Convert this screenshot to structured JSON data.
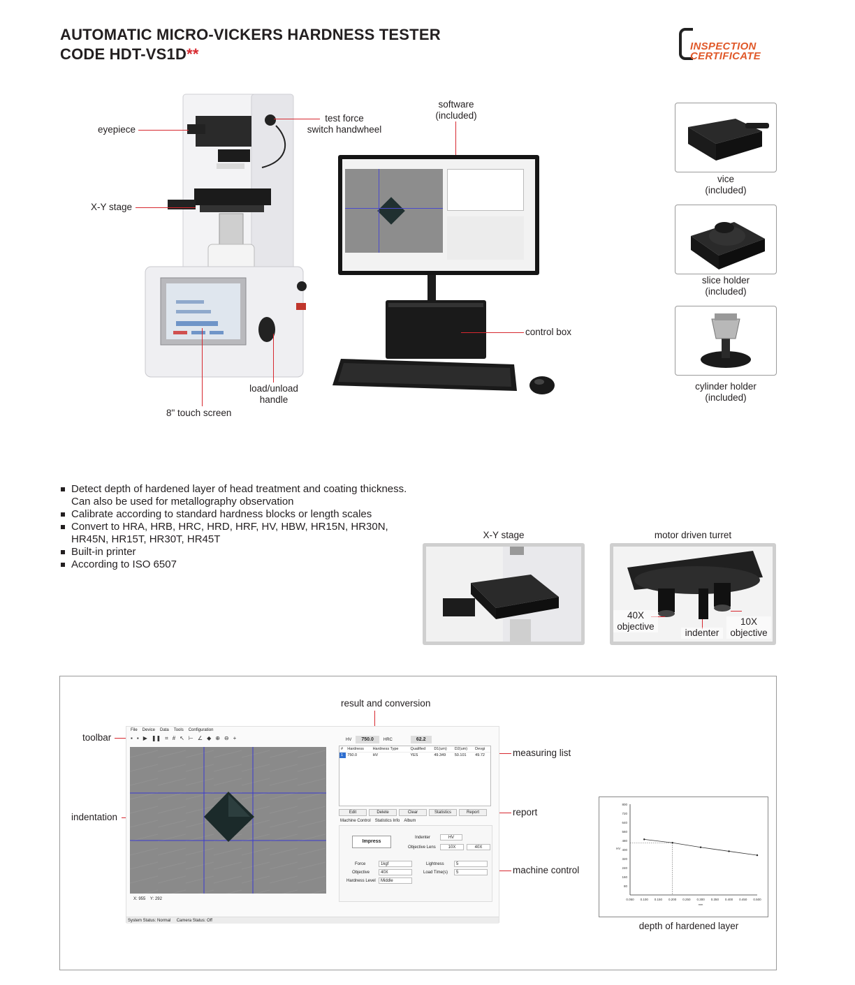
{
  "header": {
    "title_line1": "AUTOMATIC MICRO-VICKERS HARDNESS TESTER",
    "title_line2": "CODE HDT-VS1D",
    "title_mark": "**",
    "badge_line1": "INSPECTION",
    "badge_line2": "CERTIFICATE"
  },
  "callouts": {
    "eyepiece": "eyepiece",
    "test_force_1": "test force",
    "test_force_2": "switch handwheel",
    "xy_stage": "X-Y stage",
    "software_1": "software",
    "software_2": "(included)",
    "control_box": "control box",
    "load_1": "load/unload",
    "load_2": "handle",
    "touch_screen": "8\" touch screen"
  },
  "accessories": [
    {
      "name": "vice",
      "note": "(included)"
    },
    {
      "name": "slice holder",
      "note": "(included)"
    },
    {
      "name": "cylinder holder",
      "note": "(included)"
    }
  ],
  "features": [
    "Detect depth of hardened layer of head treatment and coating thickness. Can also be used for metallography observation",
    "Calibrate according to standard hardness blocks or length scales",
    "Convert to HRA, HRB, HRC, HRD, HRF, HV, HBW, HR15N, HR30N, HR45N, HR15T, HR30T, HR45T",
    "Built-in printer",
    "According to ISO 6507"
  ],
  "detail_photos": {
    "xy_title": "X-Y stage",
    "turret_title": "motor driven turret",
    "obj40_1": "40X",
    "obj40_2": "objective",
    "indenter": "indenter",
    "obj10_1": "10X",
    "obj10_2": "objective"
  },
  "software": {
    "callouts": {
      "result": "result and conversion",
      "toolbar": "toolbar",
      "measuring_list": "measuring list",
      "indentation": "indentation",
      "report": "report",
      "machine_control": "machine control"
    },
    "menu": [
      "File",
      "Device",
      "Data",
      "Tools",
      "Configuration"
    ],
    "hv_label": "HV",
    "hv_value": "750.0",
    "hrc_label": "HRC",
    "hrc_value": "62.2",
    "table": {
      "headers": [
        "#",
        "Hardness",
        "Hardness Type",
        "Qualified",
        "D1(um)",
        "D2(um)",
        "Devgi"
      ],
      "rows": [
        [
          "1",
          "750.0",
          "HV",
          "YES",
          "49.349",
          "50.101",
          "49.72"
        ]
      ]
    },
    "buttons": [
      "Edit",
      "Delete",
      "Clear",
      "Statistics",
      "Report"
    ],
    "tabs": [
      "Machine Control",
      "Statistics Info",
      "Album"
    ],
    "impress": "Impress",
    "indenter_label": "Indenter",
    "indenter_value": "HV",
    "objective_lens_label": "Objective Lens",
    "lens_10x": "10X",
    "lens_40x": "40X",
    "force_label": "Force",
    "force_value": "1kgf",
    "objective_label": "Objective",
    "objective_value": "40X",
    "hardness_level_label": "Hardness Level",
    "hardness_level_value": "Middle",
    "lightness_label": "Lightness",
    "lightness_value": "5",
    "load_time_label": "Load Time(s)",
    "load_time_value": "5",
    "coord_x_label": "X:",
    "coord_x": "955",
    "coord_y_label": "Y:",
    "coord_y": "292",
    "system_status": "System Status: Normal",
    "camera_status": "Camera Status: Off"
  },
  "chart_data": {
    "type": "line",
    "title": "depth of hardened layer",
    "xlabel": "mm",
    "ylabel": "HV",
    "x": [
      0.1,
      0.2,
      0.3,
      0.4,
      0.5
    ],
    "series": [
      {
        "values": [
          490,
          460,
          420,
          385,
          350
        ]
      }
    ],
    "xlim": [
      0.05,
      0.5
    ],
    "ylim": [
      0,
      800
    ],
    "x_ticks": [
      "0.050",
      "0.100",
      "0.150",
      "0.200",
      "0.250",
      "0.300",
      "0.350",
      "0.400",
      "0.450",
      "0.500"
    ],
    "y_ticks": [
      "80",
      "160",
      "240",
      "320",
      "400",
      "480",
      "560",
      "640",
      "720",
      "800"
    ],
    "guide_point": {
      "x": 0.2,
      "y": 460
    }
  }
}
